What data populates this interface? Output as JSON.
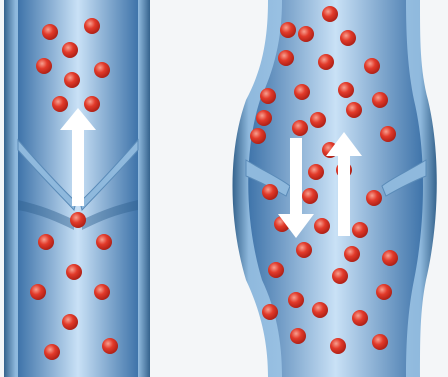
{
  "diagram": {
    "panels": [
      {
        "id": "healthy-vein",
        "valve": "closed",
        "flow": "one-way-up"
      },
      {
        "id": "varicose-vein",
        "valve": "open",
        "flow": "bidirectional"
      }
    ]
  },
  "colors": {
    "background": "#f4f6f8",
    "vein_wall_outer": "#3f6f9a",
    "vein_wall_light": "#8fb9dd",
    "lumen_edge": "#5d90c4",
    "lumen_center": "#c9e1f6",
    "valve": "#7fb0d9",
    "blood_cell": "#e23a2a",
    "blood_cell_highlight": "#f08a78",
    "arrow": "#ffffff"
  },
  "icons": {
    "flow_up": "arrow-up-icon",
    "flow_down": "arrow-down-icon"
  }
}
